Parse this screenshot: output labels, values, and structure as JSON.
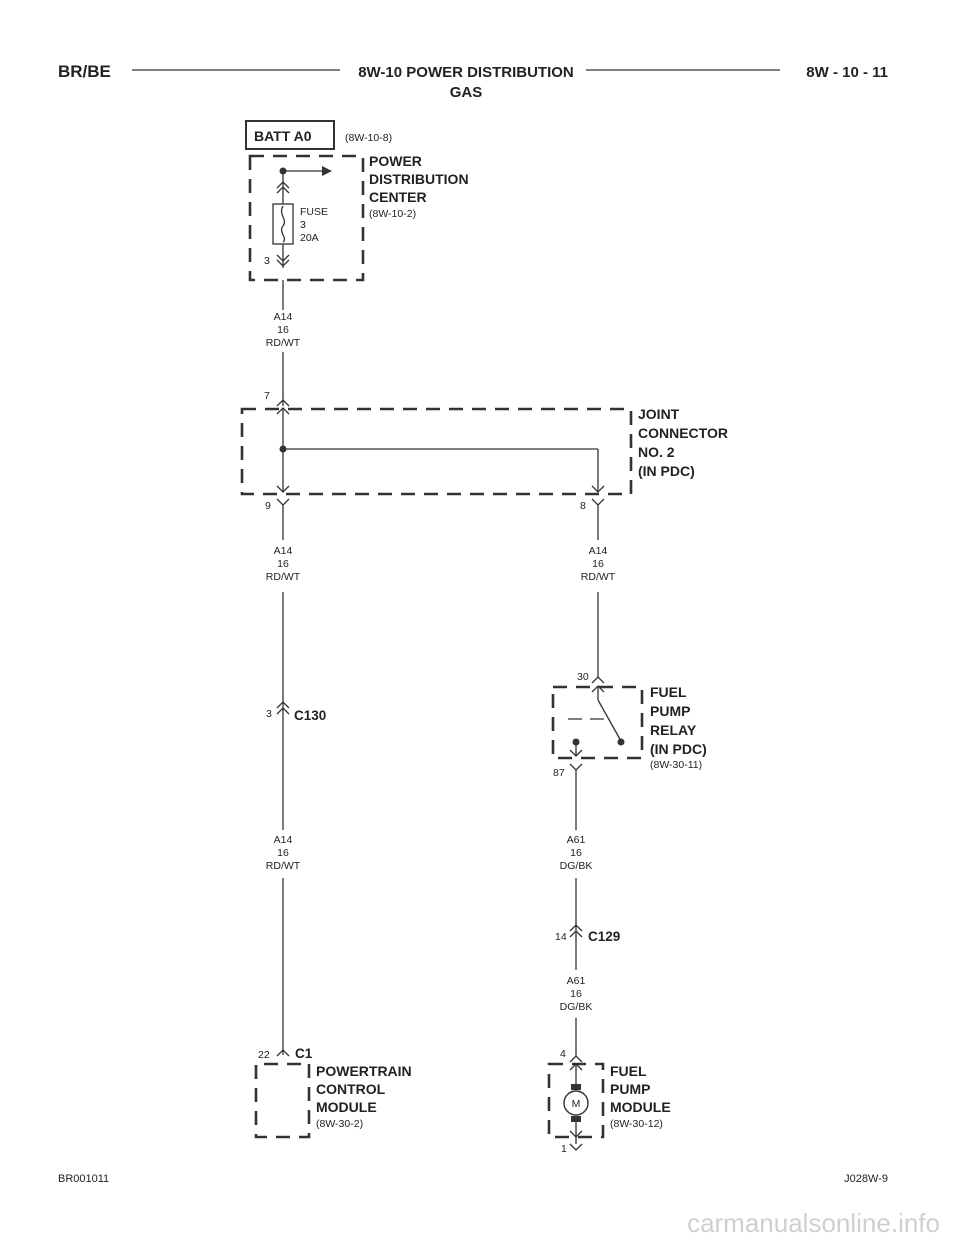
{
  "header": {
    "left": "BR/BE",
    "title_line1": "8W-10 POWER DISTRIBUTION",
    "title_line2": "GAS",
    "right": "8W - 10 - 11"
  },
  "batt": {
    "label": "BATT A0",
    "ref": "(8W-10-8)"
  },
  "pdc": {
    "name_lines": [
      "POWER",
      "DISTRIBUTION",
      "CENTER"
    ],
    "ref": "(8W-10-2)",
    "fuse_lines": [
      "FUSE",
      "3",
      "20A"
    ],
    "pin_out": "3"
  },
  "wire1": [
    "A14",
    "16",
    "RD/WT"
  ],
  "joint": {
    "name_lines": [
      "JOINT",
      "CONNECTOR",
      "NO. 2",
      "(IN PDC)"
    ],
    "pin_in": "7",
    "pin_left": "9",
    "pin_right": "8"
  },
  "wire_left": [
    "A14",
    "16",
    "RD/WT"
  ],
  "wire_right": [
    "A14",
    "16",
    "RD/WT"
  ],
  "c130": {
    "name": "C130",
    "pin": "3"
  },
  "wire_left2": [
    "A14",
    "16",
    "RD/WT"
  ],
  "relay": {
    "name_lines": [
      "FUEL",
      "PUMP",
      "RELAY",
      "(IN PDC)"
    ],
    "ref": "(8W-30-11)",
    "pin_in": "30",
    "pin_out": "87"
  },
  "wire_a61_1": [
    "A61",
    "16",
    "DG/BK"
  ],
  "c129": {
    "name": "C129",
    "pin": "14"
  },
  "wire_a61_2": [
    "A61",
    "16",
    "DG/BK"
  ],
  "pcm": {
    "connector": "C1",
    "pin": "22",
    "name_lines": [
      "POWERTRAIN",
      "CONTROL",
      "MODULE"
    ],
    "ref": "(8W-30-2)"
  },
  "fpm": {
    "pin_in": "4",
    "pin_out": "1",
    "motor_label": "M",
    "name_lines": [
      "FUEL",
      "PUMP",
      "MODULE"
    ],
    "ref": "(8W-30-12)"
  },
  "footer": {
    "left": "BR001011",
    "right": "J028W-9"
  },
  "watermark": "carmanualsonline.info"
}
